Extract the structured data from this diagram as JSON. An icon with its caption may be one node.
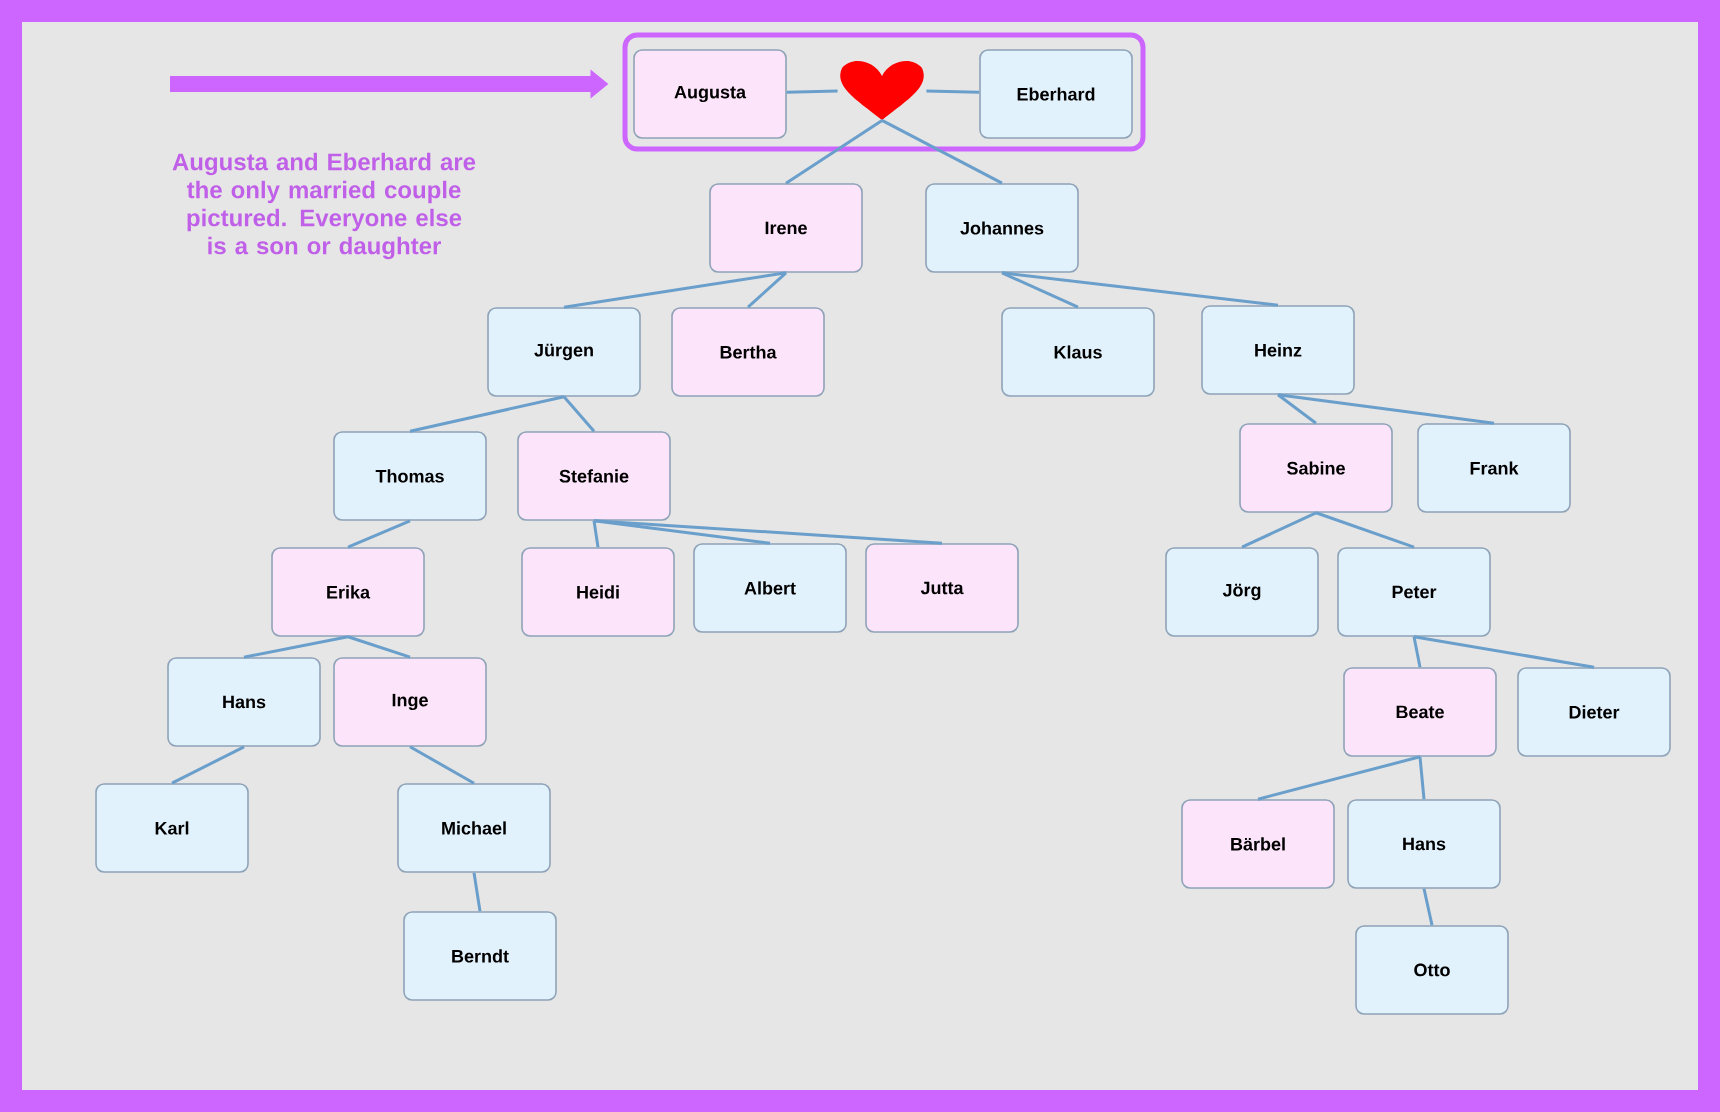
{
  "diagram": {
    "nodes": [
      {
        "text": [],
        "shape": "box"
      },
      {
        "text": [
          "Augusta"
        ],
        "in": 0
      },
      {
        "text": [],
        "shape": "heart",
        "in": 0
      },
      {
        "text": [
          "Eberhard"
        ],
        "in": 0
      },
      {
        "text": [
          "Irene"
        ]
      },
      {
        "text": [
          "Johannes"
        ]
      },
      {
        "text": [
          "Jürgen"
        ]
      },
      {
        "text": [
          "Bertha"
        ]
      },
      {
        "text": [
          "Klaus"
        ]
      },
      {
        "text": [
          "Heinz"
        ]
      },
      {
        "text": [
          "Thomas"
        ]
      },
      {
        "text": [
          "Stefanie"
        ]
      },
      {
        "text": [
          "Sabine"
        ]
      },
      {
        "text": [
          "Frank"
        ]
      },
      {
        "text": [
          "Erika"
        ]
      },
      {
        "text": [
          "Heidi"
        ]
      },
      {
        "text": [
          "Albert"
        ]
      },
      {
        "text": [
          "Jutta"
        ]
      },
      {
        "text": [
          "Jörg"
        ]
      },
      {
        "text": [
          "Peter"
        ]
      },
      {
        "text": [
          "Hans"
        ]
      },
      {
        "text": [
          "Inge"
        ]
      },
      {
        "text": [
          "Beate"
        ]
      },
      {
        "text": [
          "Dieter"
        ]
      },
      {
        "text": [
          "Karl"
        ]
      },
      {
        "text": [
          "Michael"
        ]
      },
      {
        "text": [
          "Bärbel"
        ]
      },
      {
        "text": [
          "Hans"
        ]
      },
      {
        "text": [
          "Berndt"
        ]
      },
      {
        "text": [
          "Otto"
        ]
      }
    ],
    "edges": [
      {
        "from": null,
        "to": 0,
        "arrow": "to",
        "style": "thick",
        "color": "#cc66ff"
      },
      {
        "from": 1,
        "to": 2,
        "arrow": "none"
      },
      {
        "from": 2,
        "to": 3,
        "arrow": "none"
      },
      {
        "from": 2,
        "to": 4,
        "arrow": "none"
      },
      {
        "from": 2,
        "to": 5,
        "arrow": "none"
      },
      {
        "from": 4,
        "to": 6,
        "arrow": "none"
      },
      {
        "from": 4,
        "to": 7,
        "arrow": "none"
      },
      {
        "from": 5,
        "to": 8,
        "arrow": "none"
      },
      {
        "from": 5,
        "to": 9,
        "arrow": "none"
      },
      {
        "from": 6,
        "to": 10,
        "arrow": "none"
      },
      {
        "from": 6,
        "to": 11,
        "arrow": "none"
      },
      {
        "from": 9,
        "to": 12,
        "arrow": "none"
      },
      {
        "from": 9,
        "to": 13,
        "arrow": "none"
      },
      {
        "from": 10,
        "to": 14,
        "arrow": "none"
      },
      {
        "from": 11,
        "to": 15,
        "arrow": "none"
      },
      {
        "from": 11,
        "to": 16,
        "arrow": "none"
      },
      {
        "from": 11,
        "to": 17,
        "arrow": "none"
      },
      {
        "from": 12,
        "to": 18,
        "arrow": "none"
      },
      {
        "from": 12,
        "to": 19,
        "arrow": "none"
      },
      {
        "from": 14,
        "to": 20,
        "arrow": "none"
      },
      {
        "from": 14,
        "to": 21,
        "arrow": "none"
      },
      {
        "from": 19,
        "to": 22,
        "arrow": "none"
      },
      {
        "from": 19,
        "to": 23,
        "arrow": "none"
      },
      {
        "from": 20,
        "to": 24,
        "arrow": "none"
      },
      {
        "from": 21,
        "to": 25,
        "arrow": "none"
      },
      {
        "from": 22,
        "to": 26,
        "arrow": "none"
      },
      {
        "from": 22,
        "to": 27,
        "arrow": "none"
      },
      {
        "from": 25,
        "to": 28,
        "arrow": "none"
      },
      {
        "from": 27,
        "to": 29,
        "arrow": "none"
      }
    ],
    "labels": [
      "Augusta and Eberhard are the only married couple pictured. Everyone else is a son or daughter"
    ]
  }
}
